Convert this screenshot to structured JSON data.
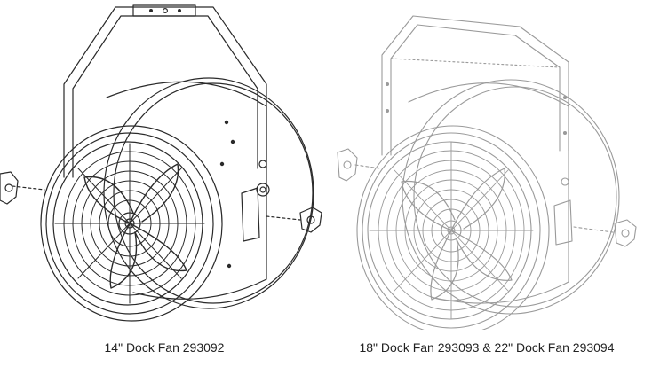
{
  "figures": [
    {
      "id": "left",
      "caption": "14\" Dock Fan 293092",
      "line_color": "#2a2a2a"
    },
    {
      "id": "right",
      "caption": "18\" Dock Fan 293093 & 22\" Dock Fan 293094",
      "line_color": "#9a9a9a"
    }
  ]
}
